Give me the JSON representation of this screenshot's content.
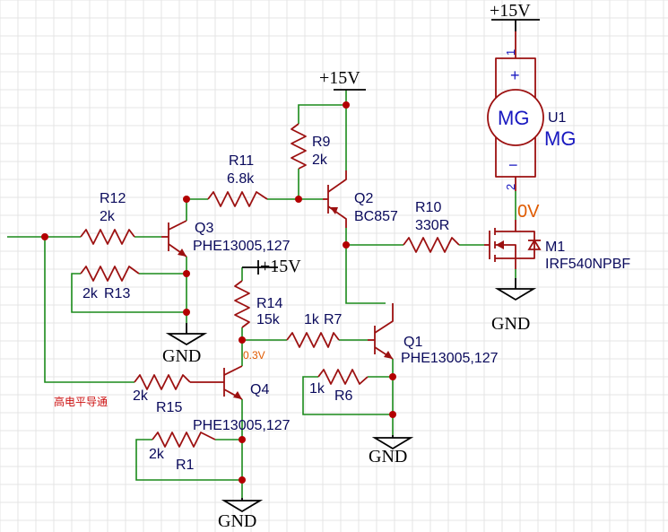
{
  "net_labels": {
    "vcc_top": "+15V",
    "vcc_q2": "+15V",
    "vcc_r14": "+15V",
    "gnd": "GND",
    "v_drain": "0V",
    "v_q4": "0.3V",
    "input_note": "高电平导通"
  },
  "motor": {
    "ref": "U1",
    "value": "MG",
    "symbol_text": "MG",
    "plus": "+",
    "minus": "−",
    "pin1": "1",
    "pin2": "2"
  },
  "components": {
    "r12": {
      "ref": "R12",
      "value": "2k"
    },
    "r13": {
      "ref": "R13",
      "value": "2k"
    },
    "r11": {
      "ref": "R11",
      "value": "6.8k"
    },
    "r9": {
      "ref": "R9",
      "value": "2k"
    },
    "r10": {
      "ref": "R10",
      "value": "330R"
    },
    "r14": {
      "ref": "R14",
      "value": "15k"
    },
    "r7": {
      "ref": "R7",
      "value": "1k"
    },
    "r6": {
      "ref": "R6",
      "value": "1k"
    },
    "r15": {
      "ref": "R15",
      "value": "2k"
    },
    "r1": {
      "ref": "R1",
      "value": "2k"
    },
    "q1": {
      "ref": "Q1",
      "value": "PHE13005,127"
    },
    "q2": {
      "ref": "Q2",
      "value": "BC857"
    },
    "q3": {
      "ref": "Q3",
      "value": "PHE13005,127"
    },
    "q4": {
      "ref": "Q4",
      "value": "PHE13005,127"
    },
    "m1": {
      "ref": "M1",
      "value": "IRF540NPBF"
    }
  }
}
